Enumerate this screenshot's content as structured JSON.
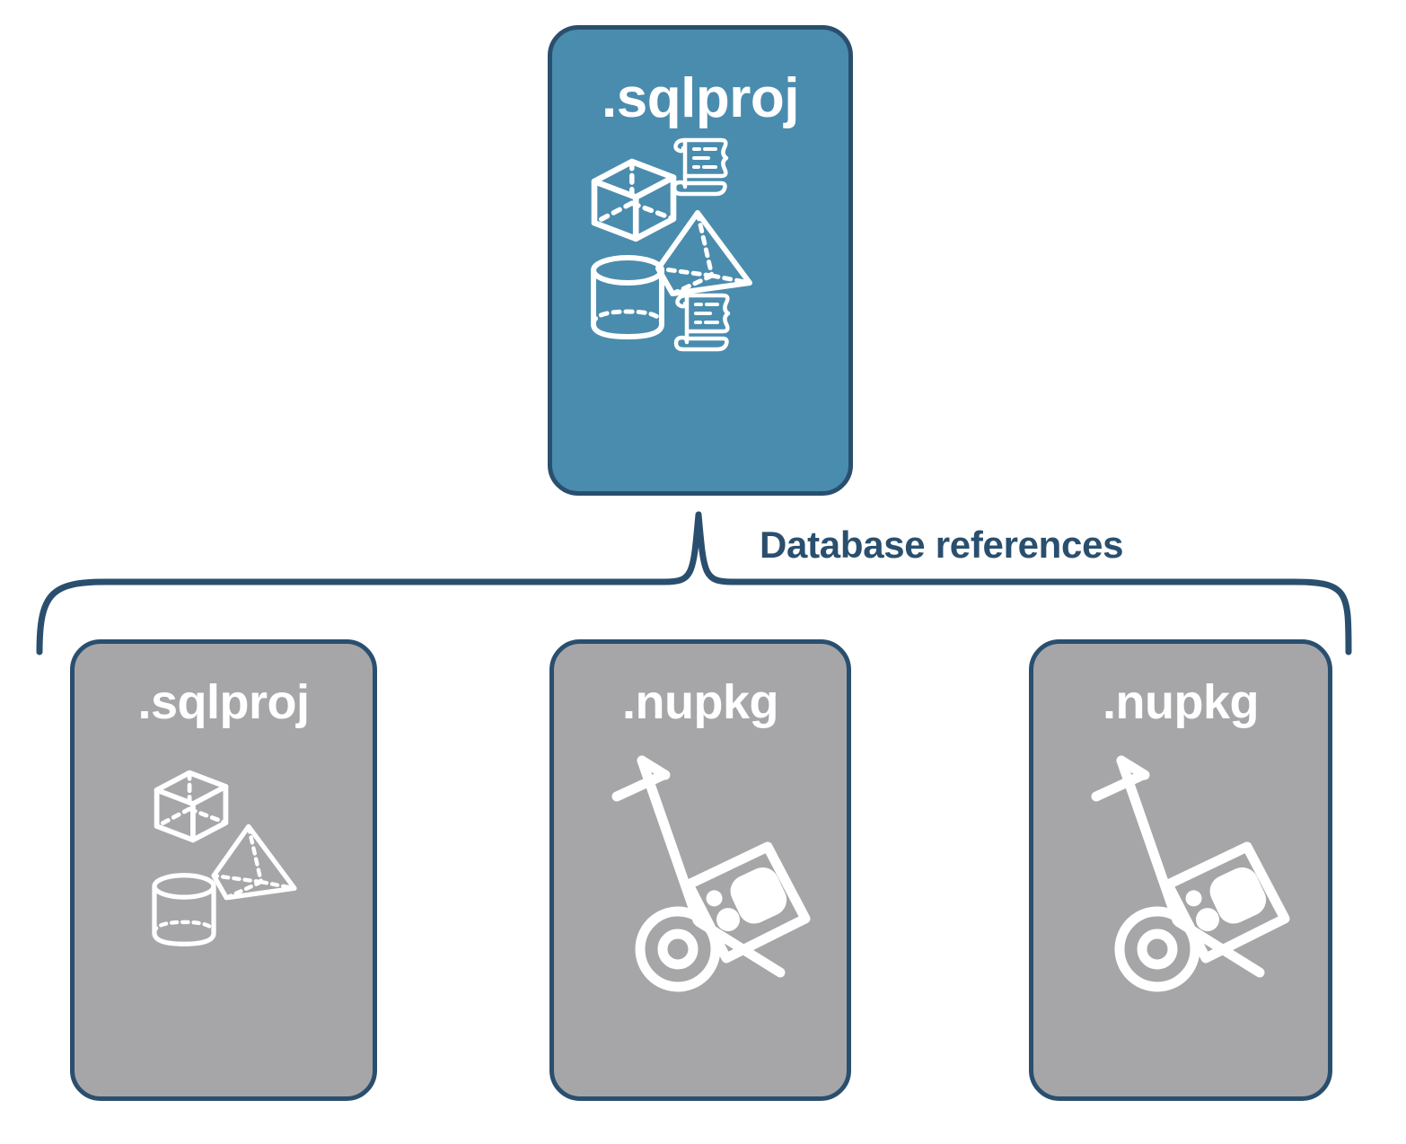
{
  "diagram": {
    "title_text": "Database references",
    "colors": {
      "primary_fill": "#4A8CAE",
      "secondary_fill": "#A6A6A8",
      "stroke": "#2A4F6E",
      "icon": "#FFFFFF",
      "background": "#FFFFFF"
    },
    "parent": {
      "label": ".sqlproj",
      "icons": [
        "cube-icon",
        "scroll-icon",
        "pyramid-icon",
        "cylinder-icon",
        "scroll-icon"
      ]
    },
    "connector": {
      "label": "Database references",
      "style": "curly-brace"
    },
    "children": [
      {
        "label": ".sqlproj",
        "icons": [
          "cube-icon",
          "pyramid-icon",
          "cylinder-icon"
        ]
      },
      {
        "label": ".nupkg",
        "icons": [
          "hand-truck-package-icon"
        ]
      },
      {
        "label": ".nupkg",
        "icons": [
          "hand-truck-package-icon"
        ]
      }
    ]
  }
}
